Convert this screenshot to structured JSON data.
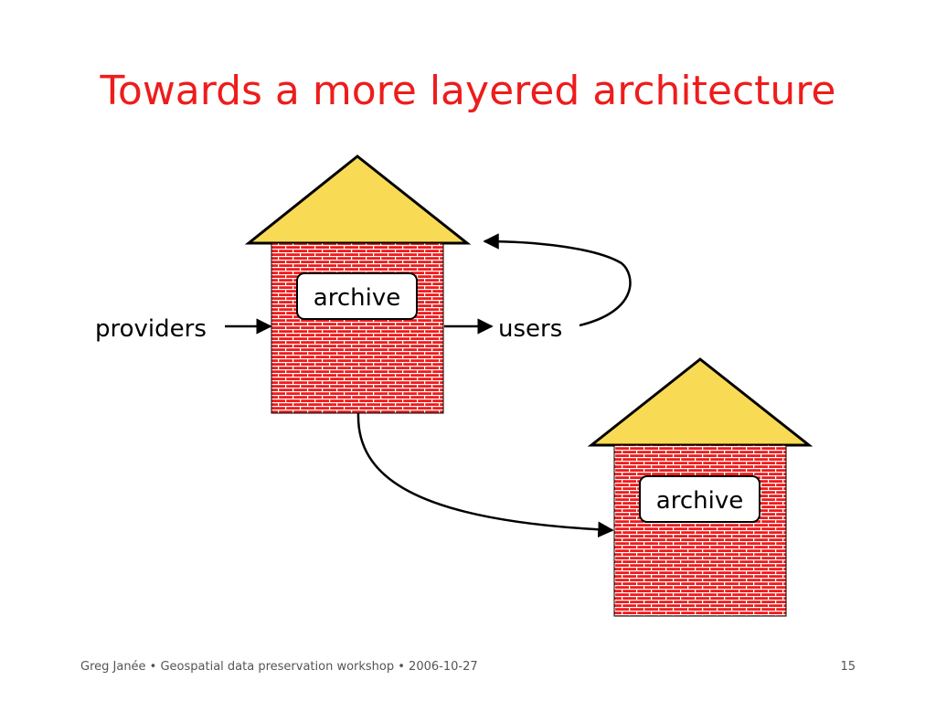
{
  "slide": {
    "title": "Towards a more layered architecture",
    "footer": "Greg Janée • Geospatial data preservation workshop • 2006-10-27",
    "page_number": "15"
  },
  "diagram": {
    "archive_primary_label": "archive",
    "archive_secondary_label": "archive",
    "providers_label": "providers",
    "users_label": "users"
  },
  "colors": {
    "title": "#ee1c1c",
    "roof": "#f9da55",
    "brick": "#ee1c1c",
    "mortar": "#ffffff",
    "outline": "#000000"
  }
}
